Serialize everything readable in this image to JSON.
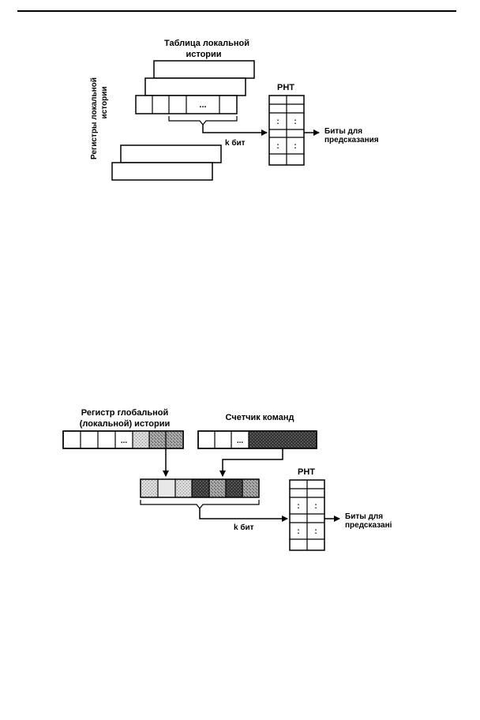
{
  "fig1": {
    "title_line1": "Таблица локальной",
    "title_line2": "истории",
    "regs_line1": "Регистры локальной",
    "regs_line2": "истории",
    "ellipsis": "...",
    "pht": "PHT",
    "kbits": "k бит",
    "out_line1": "Биты для",
    "out_line2": "предсказания",
    "pht_dots": ":"
  },
  "fig2": {
    "reg_line1": "Регистр глобальной",
    "reg_line2": "(локальной) истории",
    "counter": "Счетчик команд",
    "ellipsis": "...",
    "pht": "PHT",
    "kbits": "k бит",
    "out_line1": "Биты для",
    "out_line2": "предсказані",
    "pht_dots": ":"
  }
}
